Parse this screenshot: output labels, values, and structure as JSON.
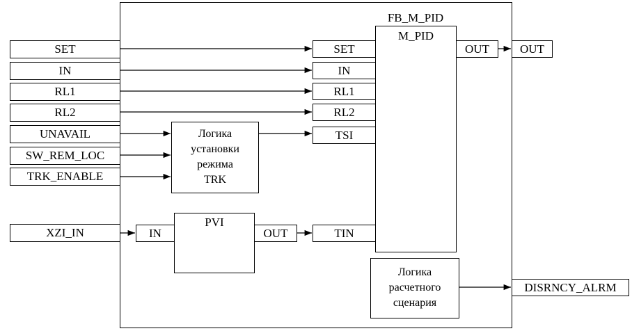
{
  "diagram": {
    "outer_block": {
      "name": "FB_M_PID"
    },
    "inputs": [
      {
        "id": "set",
        "label": "SET"
      },
      {
        "id": "in",
        "label": "IN"
      },
      {
        "id": "rl1",
        "label": "RL1"
      },
      {
        "id": "rl2",
        "label": "RL2"
      },
      {
        "id": "unavail",
        "label": "UNAVAIL"
      },
      {
        "id": "sw_rem_loc",
        "label": "SW_REM_LOC"
      },
      {
        "id": "trk_enable",
        "label": "TRK_ENABLE"
      },
      {
        "id": "xzi_in",
        "label": "XZI_IN"
      }
    ],
    "outputs": [
      {
        "id": "out",
        "label": "OUT"
      },
      {
        "id": "disrncy_alrm",
        "label": "DISRNCY_ALRM"
      }
    ],
    "m_pid": {
      "title": "M_PID",
      "ports_in": [
        "SET",
        "IN",
        "RL1",
        "RL2",
        "TSI",
        "TIN"
      ],
      "port_out": "OUT"
    },
    "trk_logic": {
      "lines": [
        "Логика",
        "установки",
        "режима",
        "TRK"
      ]
    },
    "pvi": {
      "title": "PVI",
      "port_in": "IN",
      "port_out": "OUT"
    },
    "calc_logic": {
      "lines": [
        "Логика",
        "расчетного",
        "сценария"
      ]
    },
    "colors": {
      "line": "#000000",
      "background": "#ffffff"
    }
  }
}
